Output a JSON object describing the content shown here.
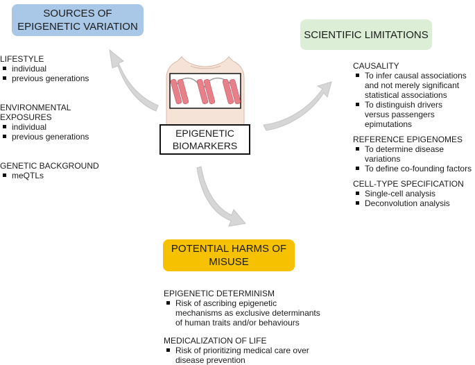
{
  "boxes": {
    "sources": [
      "SOURCES OF",
      "EPIGENETIC VARIATION"
    ],
    "limitations": [
      "SCIENTIFIC LIMITATIONS"
    ],
    "harms": [
      "POTENTIAL HARMS OF",
      "MISUSE"
    ],
    "biomarkers": [
      "EPIGENETIC",
      "BIOMARKERS"
    ]
  },
  "colors": {
    "sources": "#a9c8e8",
    "limitations": "#dcefd6",
    "harms": "#f5c100",
    "arrow": "#d6d6d6",
    "skin": "#f6e3d8",
    "stripe": "#e8808a"
  },
  "icons": [
    "torso-illustration",
    "curved-arrow"
  ],
  "left_sections": [
    {
      "head": [
        "LIFESTYLE"
      ],
      "items": [
        [
          "individual"
        ],
        [
          "previous generations"
        ]
      ]
    },
    {
      "head": [
        "ENVIRONMENTAL",
        "EXPOSURES"
      ],
      "items": [
        [
          "individual"
        ],
        [
          "previous generations"
        ]
      ]
    },
    {
      "head": [
        "GENETIC BACKGROUND"
      ],
      "items": [
        [
          "meQTLs"
        ]
      ]
    }
  ],
  "right_sections": [
    {
      "head": [
        "CAUSALITY"
      ],
      "items": [
        [
          "To infer causal associations",
          "and not merely significant",
          "statistical associations"
        ],
        [
          "To distinguish drivers",
          "versus passengers",
          "epimutations"
        ]
      ]
    },
    {
      "head": [
        "REFERENCE EPIGENOMES"
      ],
      "items": [
        [
          "To determine disease",
          "variations"
        ],
        [
          "To define co-founding factors"
        ]
      ]
    },
    {
      "head": [
        "CELL-TYPE SPECIFICATION"
      ],
      "items": [
        [
          "Single-cell analysis"
        ],
        [
          "Deconvolution analysis"
        ]
      ]
    }
  ],
  "bottom_sections": [
    {
      "head": [
        "EPIGENETIC DETERMINISM"
      ],
      "items": [
        [
          "Risk of ascribing epigenetic",
          "mechanisms as exclusive determinants",
          "of human traits and/or behaviours"
        ]
      ]
    },
    {
      "head": [
        "MEDICALIZATION OF LIFE"
      ],
      "items": [
        [
          " Risk of prioritizing medical care over",
          "disease prevention"
        ]
      ]
    }
  ]
}
